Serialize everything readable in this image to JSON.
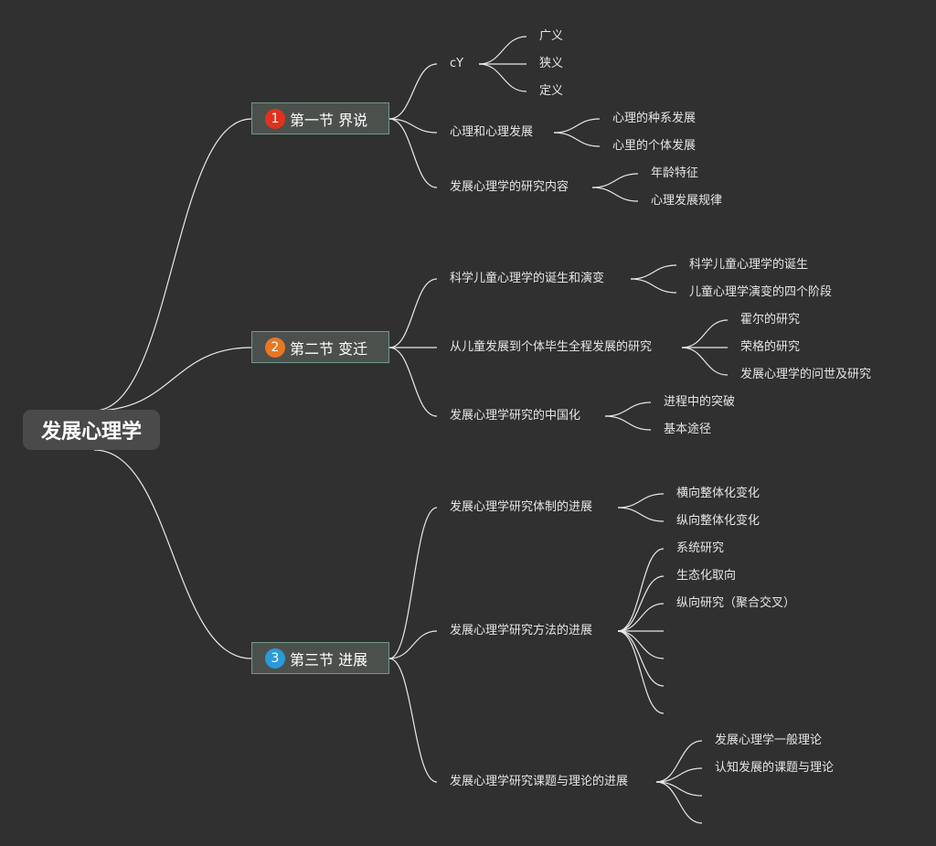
{
  "root": {
    "label": "发展心理学"
  },
  "sections": [
    {
      "badge": "1",
      "badge_color": "#e0321e",
      "label": "第一节 界说",
      "children": [
        {
          "label": "cY",
          "children": [
            "广义",
            "狭义",
            "定义"
          ]
        },
        {
          "label": "心理和心理发展",
          "children": [
            "心理的种系发展",
            "心里的个体发展"
          ]
        },
        {
          "label": "发展心理学的研究内容",
          "children": [
            "年龄特征",
            "心理发展规律"
          ]
        }
      ]
    },
    {
      "badge": "2",
      "badge_color": "#e87722",
      "label": "第二节 变迁",
      "children": [
        {
          "label": "科学儿童心理学的诞生和演变",
          "children": [
            "科学儿童心理学的诞生",
            "儿童心理学演变的四个阶段"
          ]
        },
        {
          "label": "从儿童发展到个体毕生全程发展的研究",
          "children": [
            "霍尔的研究",
            "荣格的研究",
            "发展心理学的问世及研究"
          ]
        },
        {
          "label": "发展心理学研究的中国化",
          "children": [
            "进程中的突破",
            "基本途径"
          ]
        }
      ]
    },
    {
      "badge": "3",
      "badge_color": "#2b9ad8",
      "label": "第三节 进展",
      "children": [
        {
          "label": "发展心理学研究体制的进展",
          "children": [
            "横向整体化变化",
            "纵向整体化变化"
          ]
        },
        {
          "label": "发展心理学研究方法的进展",
          "children": [
            "系统研究",
            "生态化取向",
            "纵向研究（聚合交叉）",
            "",
            "",
            "",
            ""
          ]
        },
        {
          "label": "发展心理学研究课题与理论的进展",
          "children": [
            "发展心理学一般理论",
            "认知发展的课题与理论",
            "",
            ""
          ]
        }
      ]
    }
  ]
}
